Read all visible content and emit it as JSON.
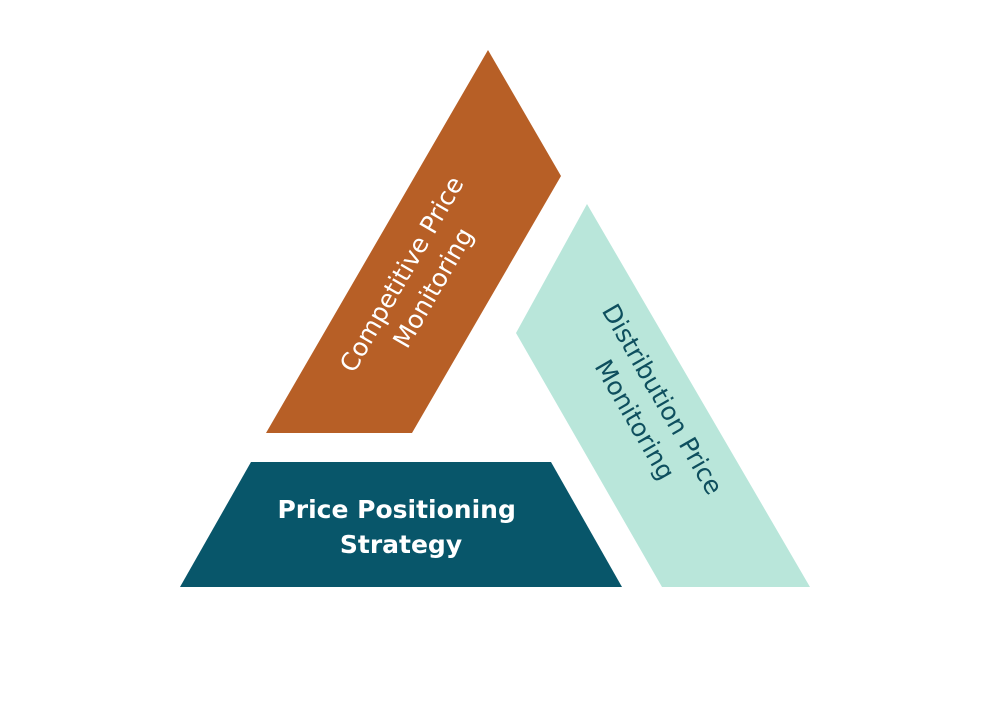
{
  "segments": {
    "competitive": {
      "line1": "Competitive Price",
      "line2": "Monitoring",
      "fill": "#B75F26",
      "text_color": "#FFFFFF"
    },
    "distribution": {
      "line1": "Distribution Price",
      "line2": "Monitoring",
      "fill": "#B9E6DA",
      "text_color": "#0E4F5E"
    },
    "positioning": {
      "line1": "Price Positioning",
      "line2": "Strategy",
      "fill": "#08566A",
      "text_color": "#FFFFFF"
    }
  }
}
